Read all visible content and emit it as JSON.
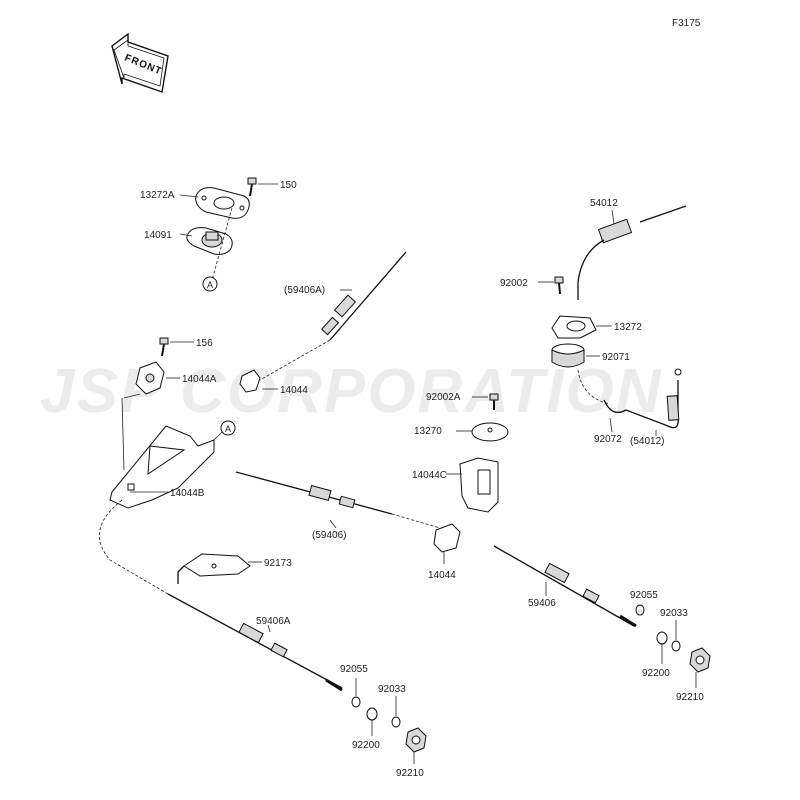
{
  "figure_code": "F3175",
  "watermark": "JSP CORPORATION",
  "front_label": "FRONT",
  "callout_ref": "A",
  "labels": {
    "l150": "150",
    "l13272A": "13272A",
    "l14091": "14091",
    "l59406A_paren": "(59406A)",
    "l156": "156",
    "l14044A": "14044A",
    "l14044_top": "14044",
    "l14044B": "14044B",
    "l54012": "54012",
    "l92002": "92002",
    "l13272": "13272",
    "l92071": "92071",
    "l92072": "92072",
    "l54012_paren": "(54012)",
    "l92002A": "92002A",
    "l13270": "13270",
    "l14044C": "14044C",
    "l59406_paren": "(59406)",
    "l92173": "92173",
    "l14044_mid": "14044",
    "l59406A": "59406A",
    "l59406": "59406",
    "l92055_r": "92055",
    "l92033_r": "92033",
    "l92200_r": "92200",
    "l92210_r": "92210",
    "l92055_l": "92055",
    "l92033_l": "92033",
    "l92200_l": "92200",
    "l92210_l": "92210"
  }
}
